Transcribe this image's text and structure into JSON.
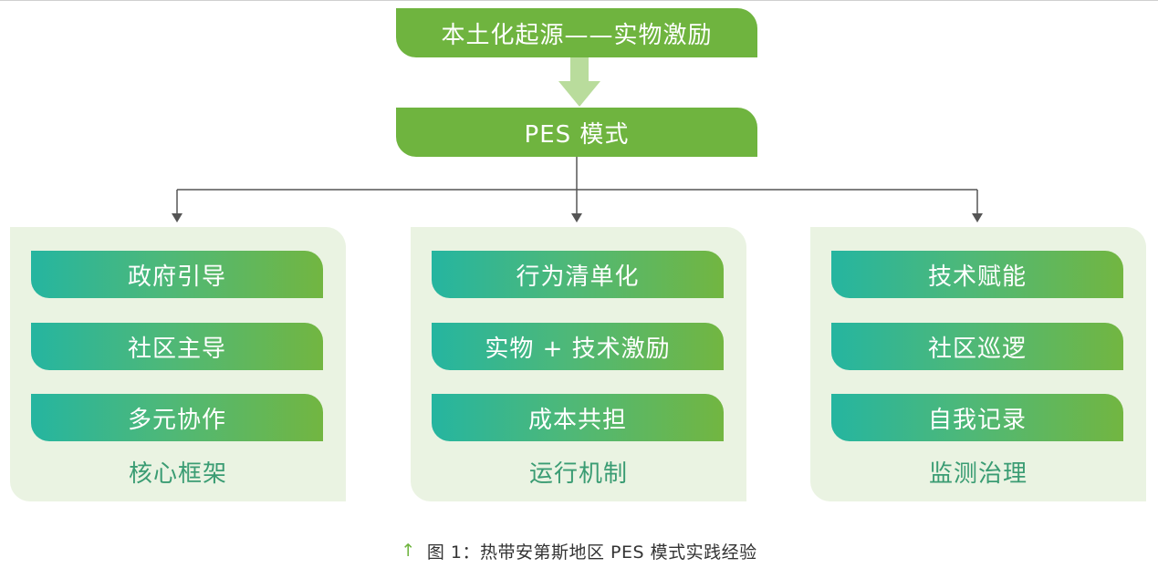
{
  "diagram": {
    "top_box": "本土化起源——实物激励",
    "mode_box": "PES 模式",
    "panels": [
      {
        "title": "核心框架",
        "items": [
          "政府引导",
          "社区主导",
          "多元协作"
        ]
      },
      {
        "title": "运行机制",
        "items": [
          "行为清单化",
          "实物 + 技术激励",
          "成本共担"
        ]
      },
      {
        "title": "监测治理",
        "items": [
          "技术赋能",
          "社区巡逻",
          "自我记录"
        ]
      }
    ]
  },
  "caption": {
    "icon": "up-arrow-icon",
    "text": "图 1：热带安第斯地区 PES 模式实践经验"
  },
  "colors": {
    "box_green": "#6fb43f",
    "item_gradient_start": "#25b5a0",
    "item_gradient_end": "#72b641",
    "panel_bg": "#eaf3e2",
    "panel_title": "#3a9c73",
    "connector": "#555555",
    "big_arrow": "#b9dc9c"
  }
}
